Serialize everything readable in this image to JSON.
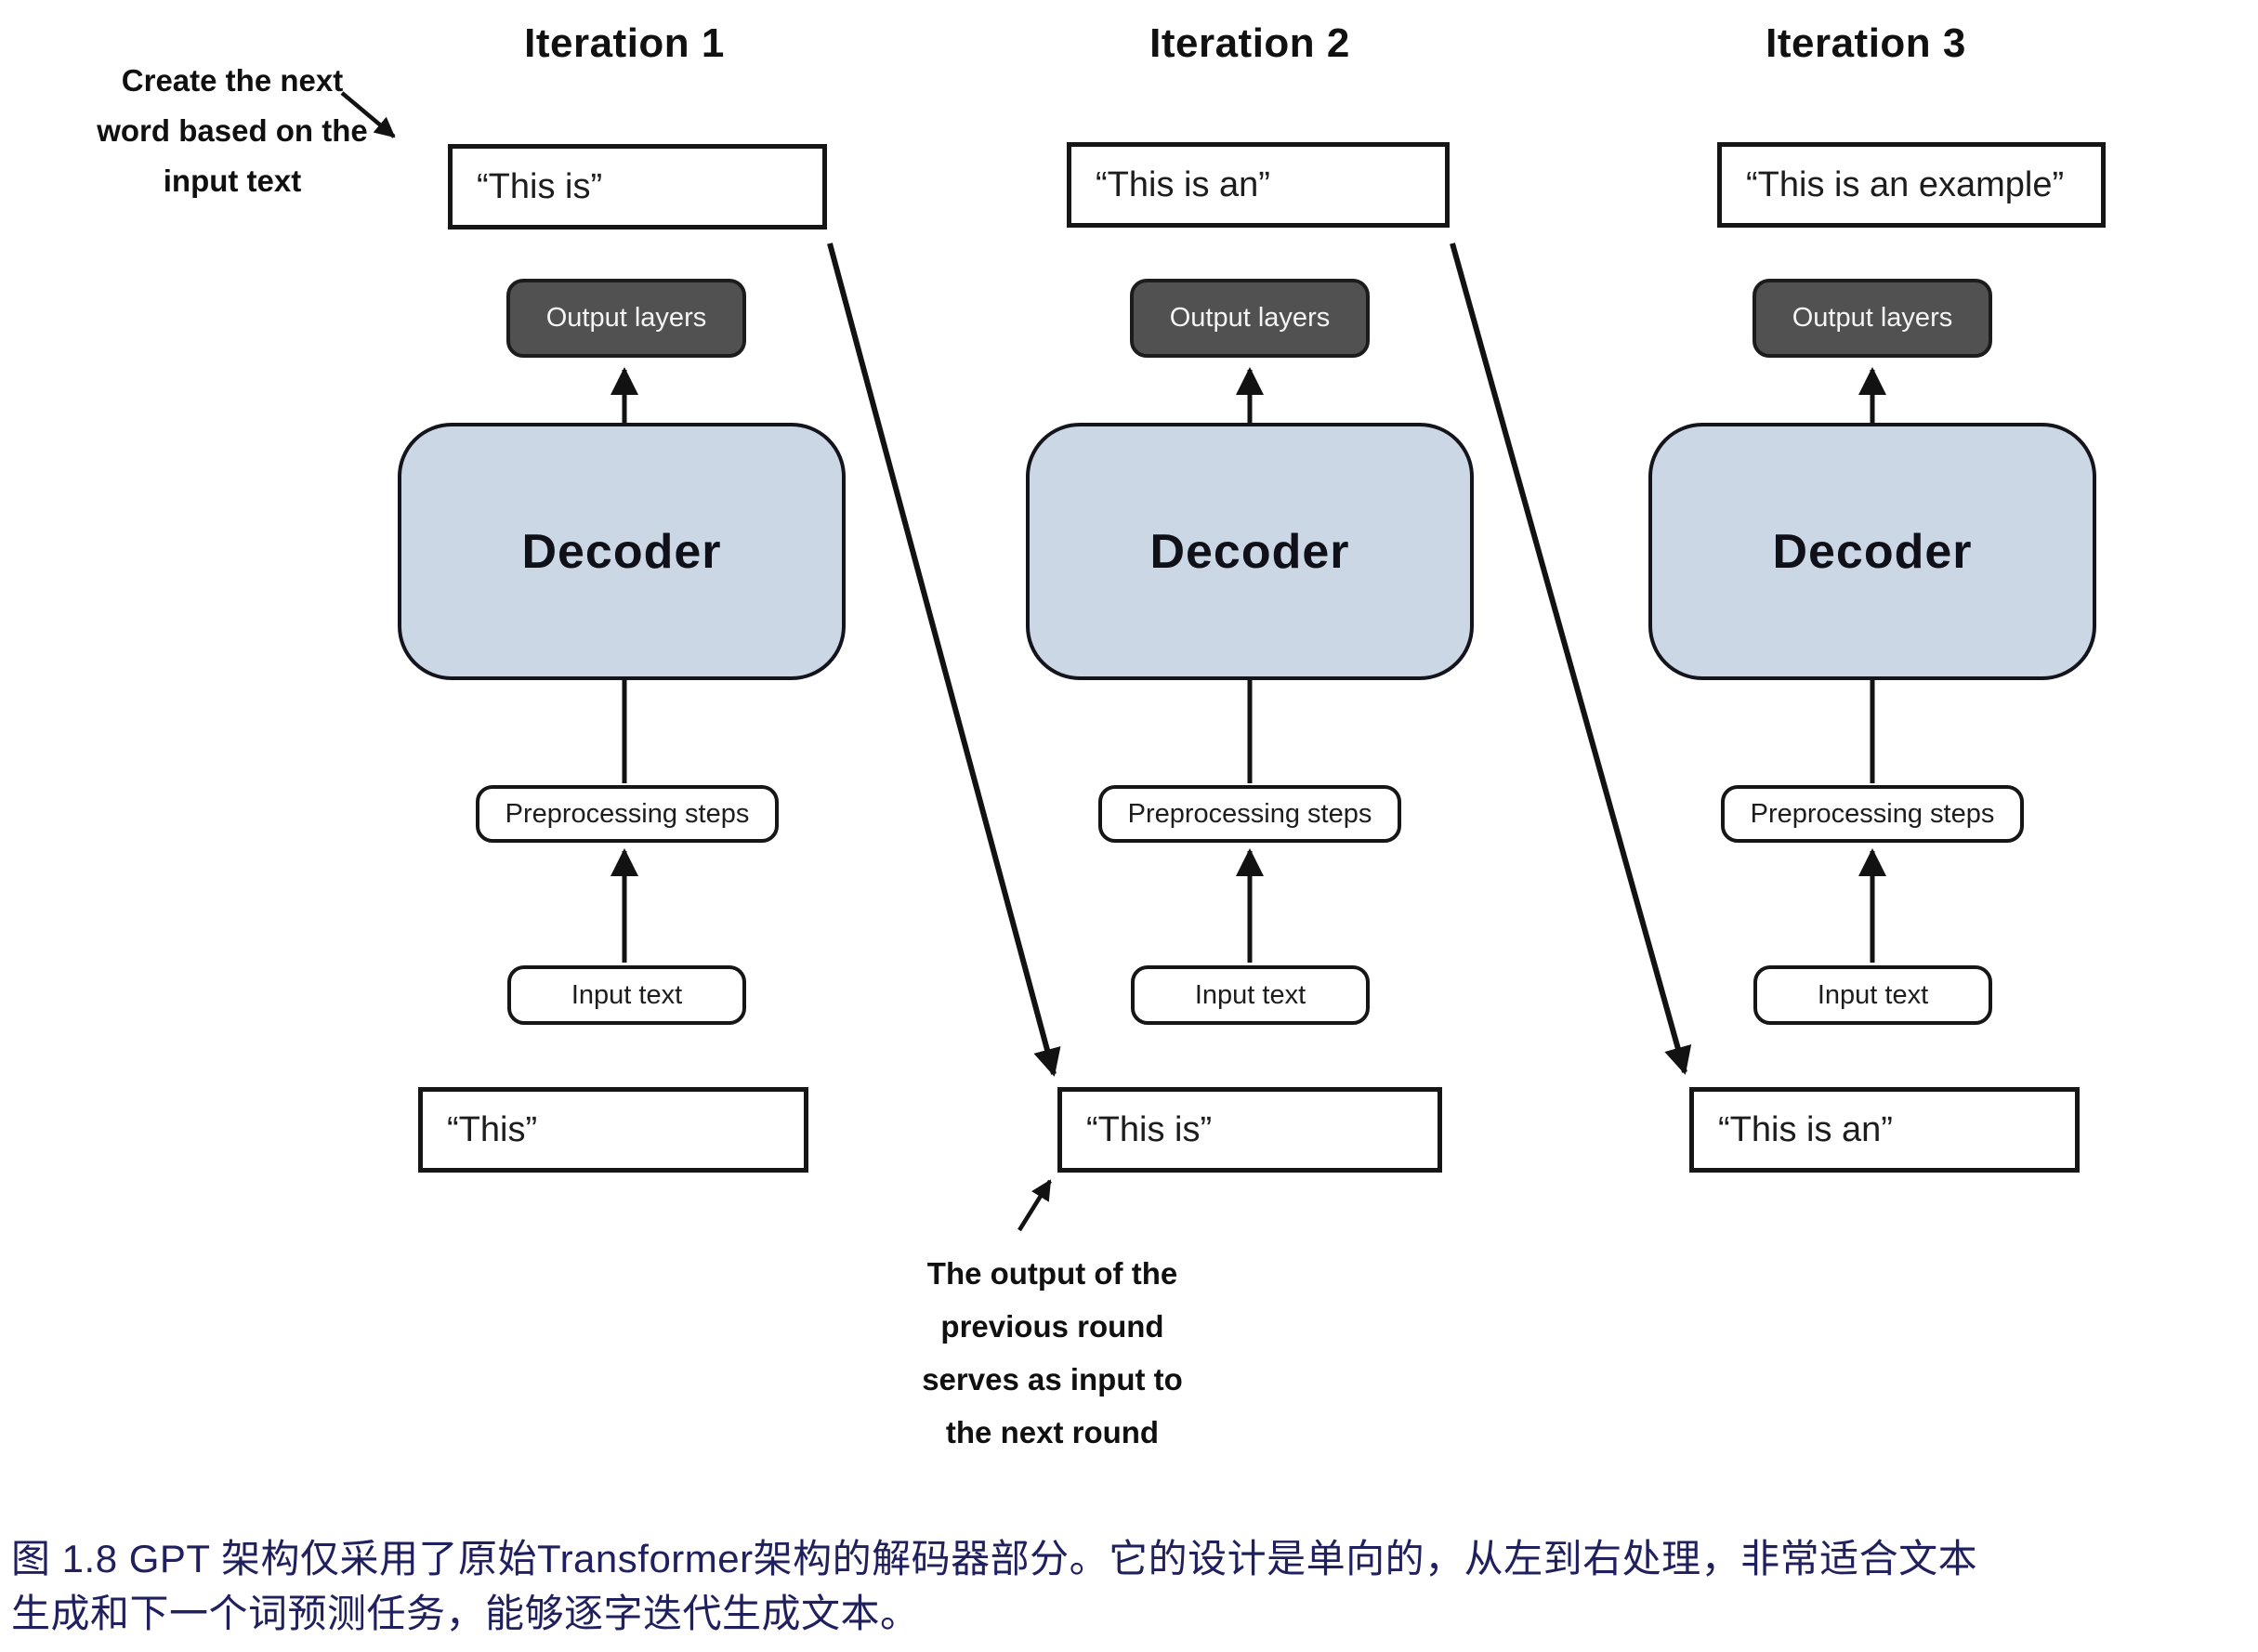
{
  "columns": [
    {
      "title": "Iteration 1",
      "output_text": "“This is”",
      "output_layers_label": "Output layers",
      "decoder_label": "Decoder",
      "preprocessing_label": "Preprocessing steps",
      "input_label": "Input text",
      "bottom_text": "“This”"
    },
    {
      "title": "Iteration 2",
      "output_text": "“This is an”",
      "output_layers_label": "Output layers",
      "decoder_label": "Decoder",
      "preprocessing_label": "Preprocessing steps",
      "input_label": "Input text",
      "bottom_text": "“This is”"
    },
    {
      "title": "Iteration 3",
      "output_text": "“This is an example”",
      "output_layers_label": "Output layers",
      "decoder_label": "Decoder",
      "preprocessing_label": "Preprocessing steps",
      "input_label": "Input text",
      "bottom_text": "“This is an”"
    }
  ],
  "annotations": {
    "create_next_word": {
      "lines": [
        "Create the next",
        "word based on the",
        "input text"
      ]
    },
    "output_to_input": {
      "lines": [
        "The output of the",
        "previous round",
        "serves as input to",
        "the next round"
      ]
    }
  },
  "caption": {
    "lines": [
      "图 1.8  GPT 架构仅采用了原始Transformer架构的解码器部分。它的设计是单向的，从左到右处理，非常适合文本",
      "生成和下一个词预测任务，能够逐字迭代生成文本。"
    ]
  },
  "colors": {
    "decoder_fill": "#ccd7e6",
    "output_layers_fill": "#515151",
    "caption_text": "#20205f",
    "diagram_ink": "#121212"
  }
}
